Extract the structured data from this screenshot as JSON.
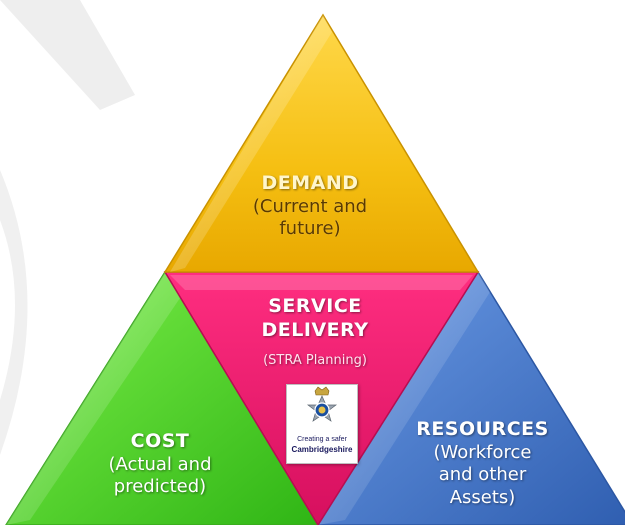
{
  "diagram": {
    "demand": {
      "title": "DEMAND",
      "sub_line1": "(Current and",
      "sub_line2": "future)"
    },
    "service_delivery": {
      "title_line1": "SERVICE",
      "title_line2": "DELIVERY",
      "note": "(STRA Planning)"
    },
    "cost": {
      "title": "COST",
      "sub_line1": "(Actual and",
      "sub_line2": "predicted)"
    },
    "resources": {
      "title": "RESOURCES",
      "sub_line1": "(Workforce",
      "sub_line2": "and other",
      "sub_line3": "Assets)"
    },
    "logo": {
      "line1": "Creating a safer",
      "line2": "Cambridgeshire"
    }
  },
  "colors": {
    "demand": "#f2c012",
    "service_delivery": "#e8186a",
    "cost": "#52d62a",
    "resources": "#4a78c8",
    "watermark": "#eeeeee"
  }
}
